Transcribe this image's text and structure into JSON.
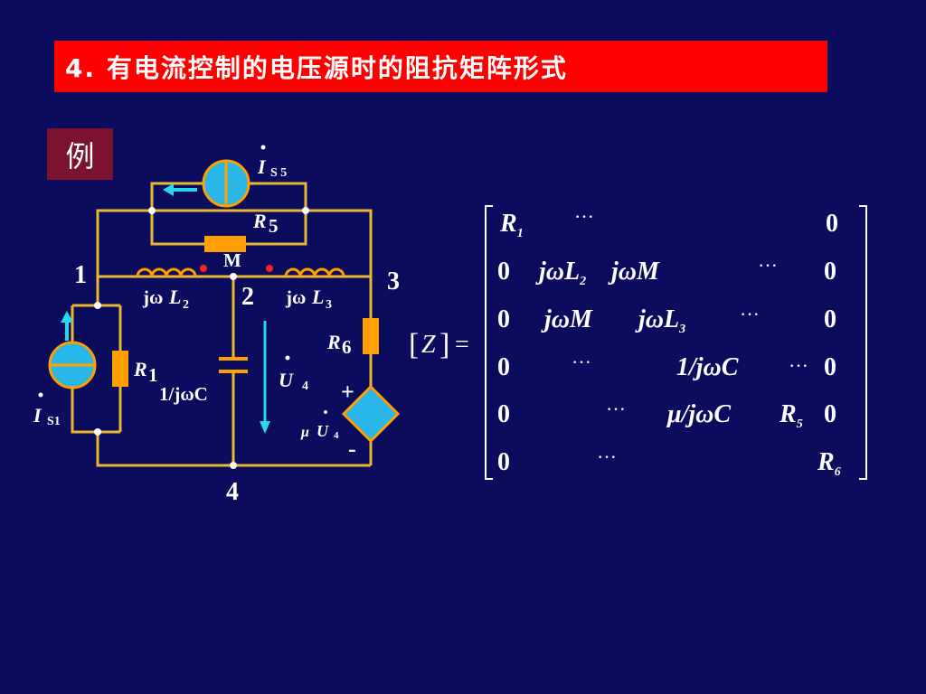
{
  "title": "4. 有电流控制的电压源时的阻抗矩阵形式",
  "example_label": "例",
  "circuit": {
    "nodes": {
      "n1": "1",
      "n2": "2",
      "n3": "3",
      "n4": "4"
    },
    "labels": {
      "is5_main": "I",
      "is5_sub": "S 5",
      "r5_main": "R",
      "r5_sub": "5",
      "mutual": "M",
      "l2_prefix": "jω",
      "l2_main": "L",
      "l2_sub": "2",
      "l3_prefix": "jω",
      "l3_main": "L",
      "l3_sub": "3",
      "r6_main": "R",
      "r6_sub": "6",
      "r1_main": "R",
      "r1_sub": "1",
      "cap": "1/jωC",
      "u4_main": "U",
      "u4_sub": "4",
      "ccvs_mu": "μ",
      "ccvs_main": "U",
      "ccvs_sub": "4",
      "is1_main": "I",
      "is1_sub": "S1",
      "plus": "+",
      "minus": "-"
    }
  },
  "matrix": {
    "lhs": "[Z]=",
    "dots": "···",
    "rows": [
      {
        "c1": "R",
        "c1s": "1",
        "last": "0"
      },
      {
        "c1": "0",
        "t1": "jωL",
        "t1s": "2",
        "t2": "jωM",
        "last": "0"
      },
      {
        "c1": "0",
        "t1": "jωM",
        "t2": "jωL",
        "t2s": "3",
        "last": "0"
      },
      {
        "c1": "0",
        "t1": "1/jωC",
        "last": "0"
      },
      {
        "c1": "0",
        "t1": "μ/jωC",
        "t2": "R",
        "t2s": "5",
        "last": "0"
      },
      {
        "c1": "0",
        "last": "R",
        "lasts": "6"
      }
    ]
  },
  "colors": {
    "background": "#0c0c5e",
    "title_bg": "#ff0000",
    "badge_bg": "#7a1230",
    "wire": "#e8b830",
    "component": "#ffa000",
    "source_fill": "#29b6e8",
    "arrow": "#29d6f0",
    "dot": "#ff2020"
  }
}
